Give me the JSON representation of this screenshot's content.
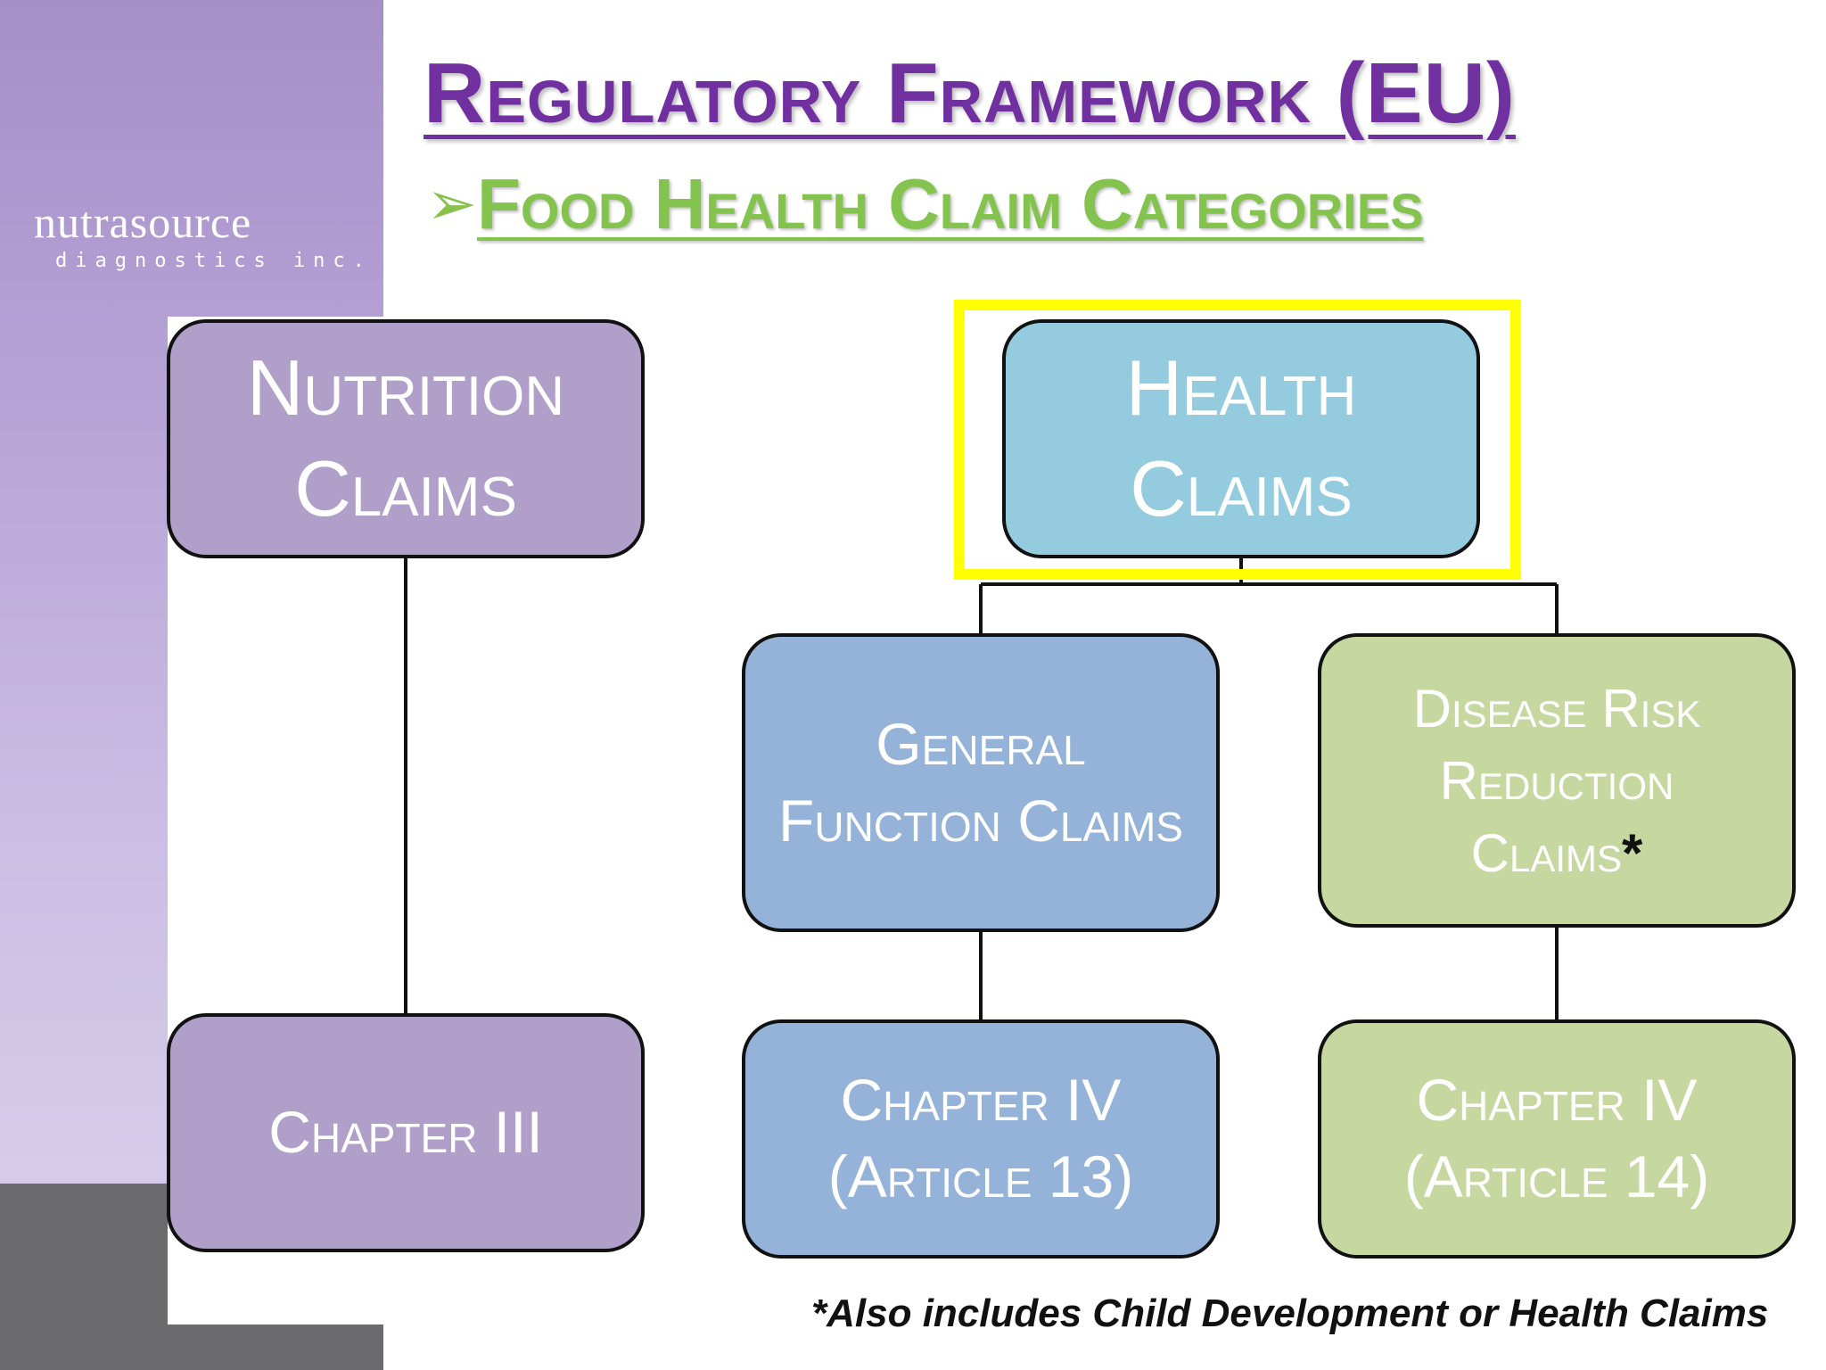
{
  "logo": {
    "word": "nutrasource",
    "tagline": "diagnostics inc."
  },
  "title": "Regulatory Framework (EU)",
  "subtitle": {
    "arrow": "➢",
    "text": "Food Health Claim Categories"
  },
  "nodes": {
    "nutrition_claims": {
      "line1": "Nutrition",
      "line2": "Claims"
    },
    "health_claims": {
      "line1": "Health",
      "line2": "Claims"
    },
    "general_function": {
      "line1": "General",
      "line2": "Function Claims"
    },
    "disease_risk": {
      "line1": "Disease Risk",
      "line2": "Reduction",
      "line3": "Claims",
      "asterisk": "*"
    },
    "chapter_3": {
      "line1": "Chapter III"
    },
    "chapter_4_art13": {
      "line1": "Chapter IV",
      "line2": "(Article 13)"
    },
    "chapter_4_art14": {
      "line1": "Chapter IV",
      "line2": "(Article 14)"
    }
  },
  "footnote": "*Also includes Child Development or Health Claims",
  "colors": {
    "title": "#7030a0",
    "subtitle": "#84c44e",
    "highlight": "#ffff00",
    "nutrition": "#b09fc9",
    "health": "#94cbde",
    "general": "#95b3d8",
    "disease": "#c6d79f"
  }
}
